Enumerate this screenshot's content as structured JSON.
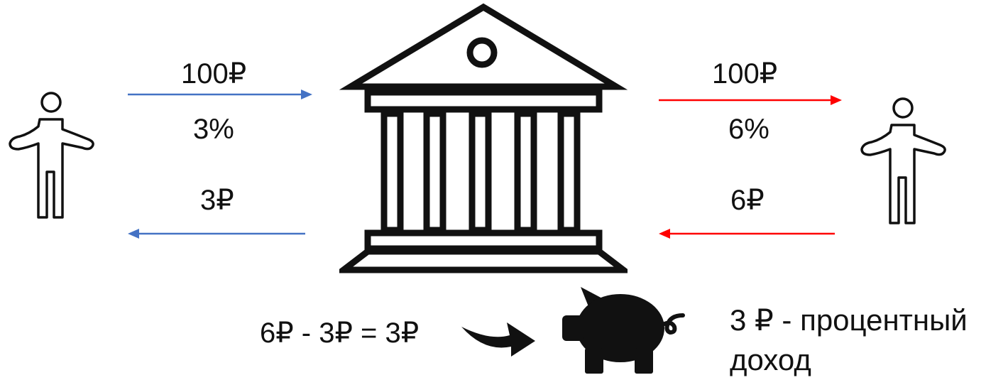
{
  "left_flow": {
    "deposit_amount": "100₽",
    "deposit_rate": "3%",
    "interest_paid": "3₽",
    "arrow_color": "#4472c4"
  },
  "right_flow": {
    "loan_amount": "100₽",
    "loan_rate": "6%",
    "interest_received": "6₽",
    "arrow_color": "#ff0000"
  },
  "calculation": "6₽ - 3₽ = 3₽",
  "income_label": {
    "line1": "3 ₽ - процентный",
    "line2": "доход"
  },
  "icons": {
    "depositor": "person-icon",
    "bank": "bank-icon",
    "borrower": "person-icon",
    "piggy": "piggy-bank-icon",
    "transfer": "curved-arrow-icon"
  }
}
